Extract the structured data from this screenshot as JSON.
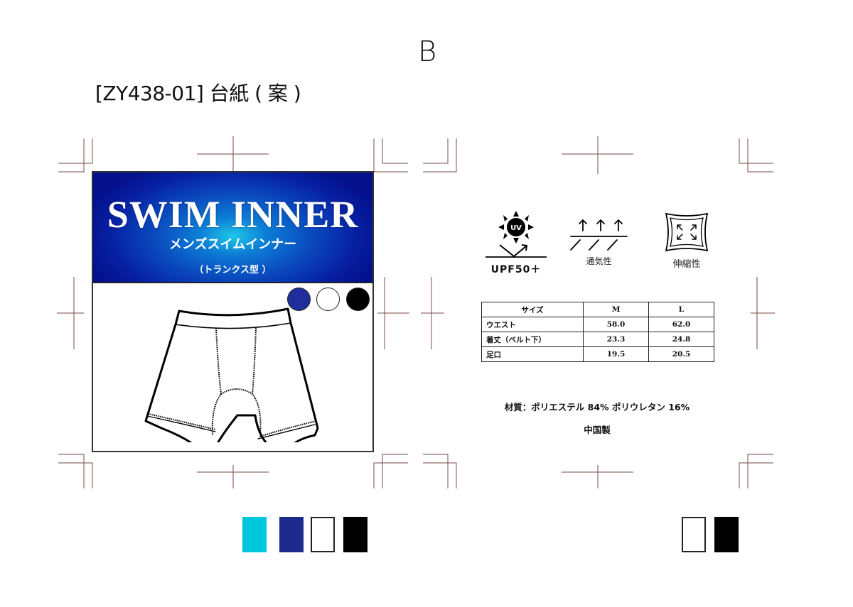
{
  "header": {
    "variant_letter": "B",
    "title": "[ZY438-01] 台紙 ( 案 )"
  },
  "front_panel": {
    "banner": {
      "title": "SWIM INNER",
      "subtitle": "メンズスイムインナー",
      "type": "（トランクス型 ）",
      "gradient_center": "#1ec8e8",
      "gradient_edge": "#04108c"
    },
    "color_circles": [
      {
        "name": "navy",
        "color": "#1f2e9a"
      },
      {
        "name": "white",
        "color": "#ffffff"
      },
      {
        "name": "black",
        "color": "#000000"
      }
    ],
    "illustration": "trunks-line-drawing"
  },
  "back_panel": {
    "features": [
      {
        "icon": "uv-sun-icon",
        "label": "UPF50＋",
        "icon_text": "UV"
      },
      {
        "icon": "breathable-arrows-icon",
        "label": "通気性"
      },
      {
        "icon": "stretch-arrows-icon",
        "label": "伸縮性"
      }
    ],
    "size_table": {
      "headers": [
        "サイズ",
        "M",
        "L"
      ],
      "rows": [
        [
          "ウエスト",
          "58.0",
          "62.0"
        ],
        [
          "着丈（ベルト下）",
          "23.3",
          "24.8"
        ],
        [
          "足口",
          "19.5",
          "20.5"
        ]
      ]
    },
    "material": "材質：ポリエステル 84% ポリウレタン 16%",
    "origin": "中国製"
  },
  "color_chips_left": [
    {
      "name": "cyan",
      "color": "#00c8dc"
    },
    {
      "name": "navy",
      "color": "#1e2a8c"
    },
    {
      "name": "white",
      "color": "#ffffff"
    },
    {
      "name": "black",
      "color": "#000000"
    }
  ],
  "color_chips_right": [
    {
      "name": "white",
      "color": "#ffffff"
    },
    {
      "name": "black",
      "color": "#000000"
    }
  ],
  "crop_mark_color": "#7a4a4a"
}
